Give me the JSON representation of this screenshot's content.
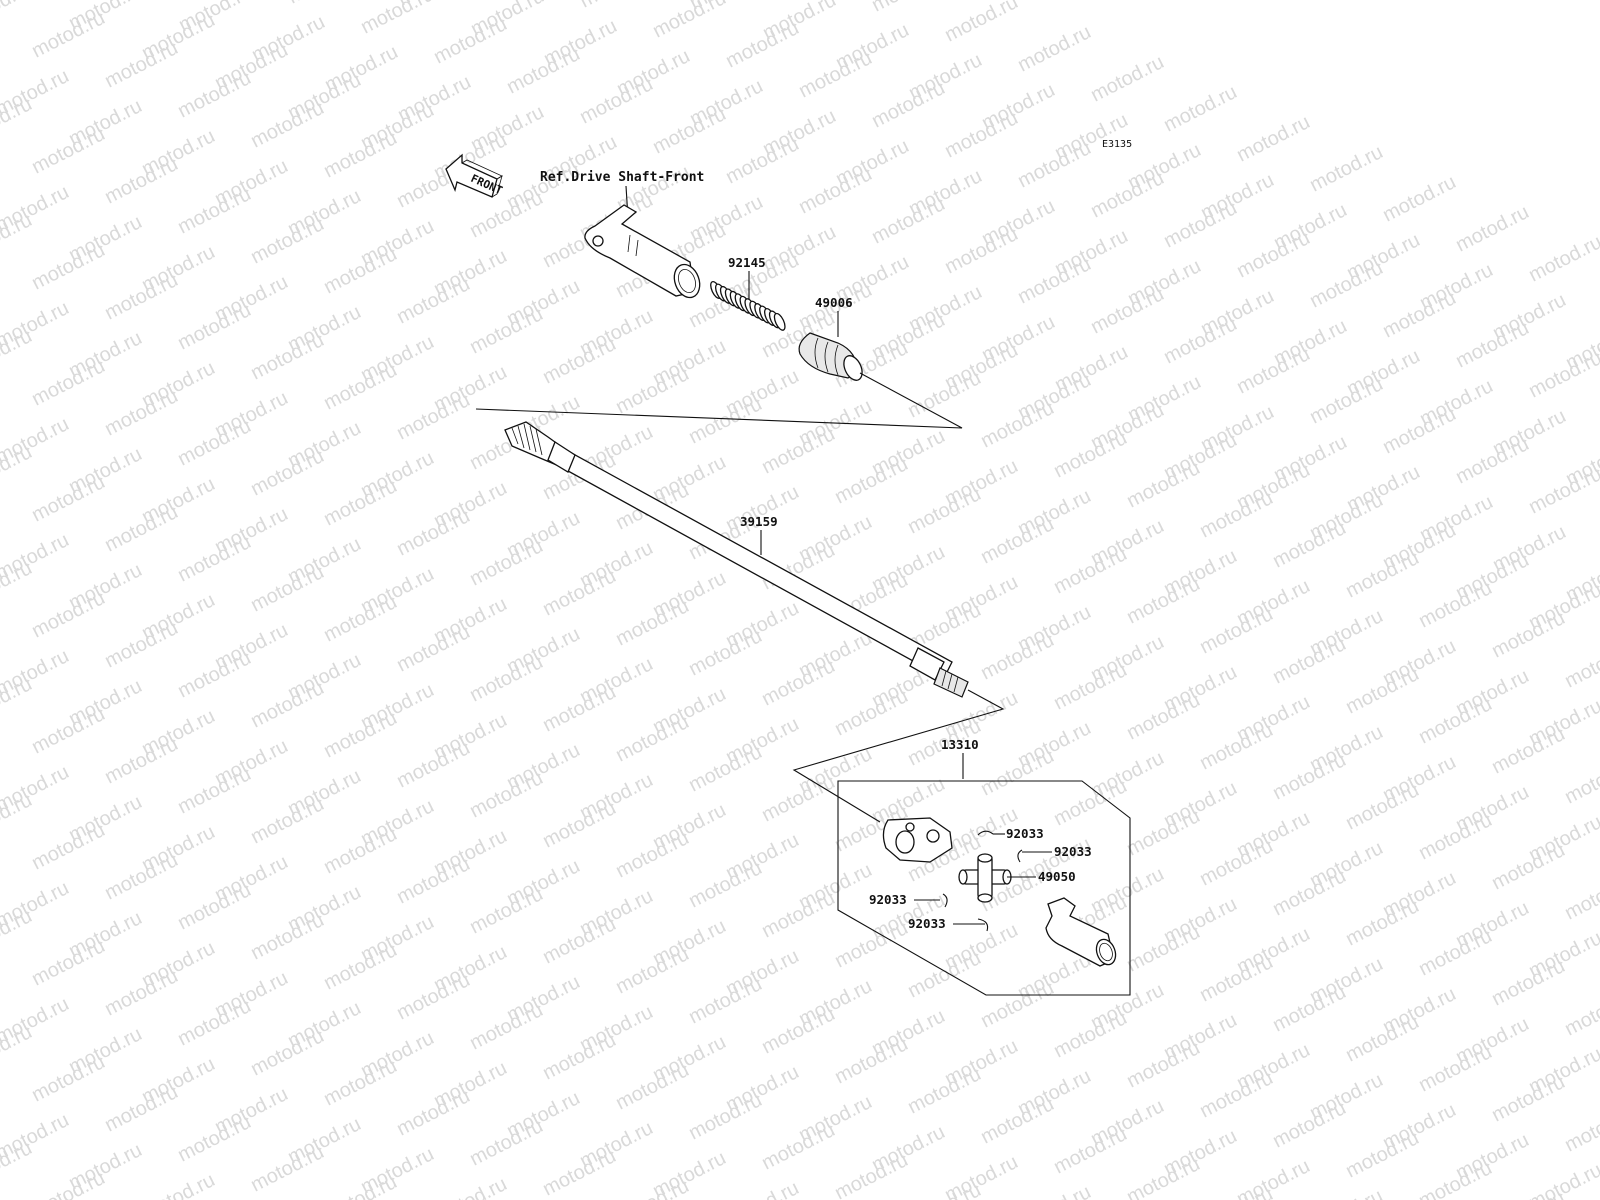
{
  "diagram": {
    "code": "E3135",
    "reference": "Ref.Drive Shaft-Front",
    "front_arrow": "FRONT",
    "watermark": "motod.ru",
    "parts": {
      "spring": "92145",
      "boot": "49006",
      "shaft": "39159",
      "joint_assembly": "13310",
      "circlip_1": "92033",
      "circlip_2": "92033",
      "cross": "49050",
      "circlip_3": "92033",
      "circlip_4": "92033"
    }
  }
}
